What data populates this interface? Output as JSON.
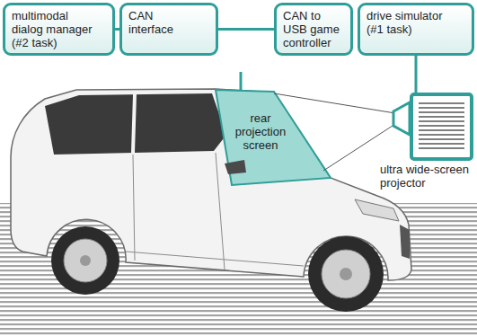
{
  "diagram": {
    "nodes": [
      {
        "text": [
          "multimodal dialog manager (#2 task)"
        ]
      },
      {
        "text": [
          "CAN interface"
        ]
      },
      {
        "text": [
          "CAN to USB game controller"
        ]
      },
      {
        "text": [
          "drive simulator (#1 task)"
        ]
      }
    ],
    "edges": [
      {
        "from": 0,
        "to": 1,
        "arrow": "none"
      },
      {
        "from": 1,
        "to": 2,
        "arrow": "none"
      }
    ],
    "labels": [
      "rear projection screen",
      "ultra wide-screen projector"
    ]
  }
}
